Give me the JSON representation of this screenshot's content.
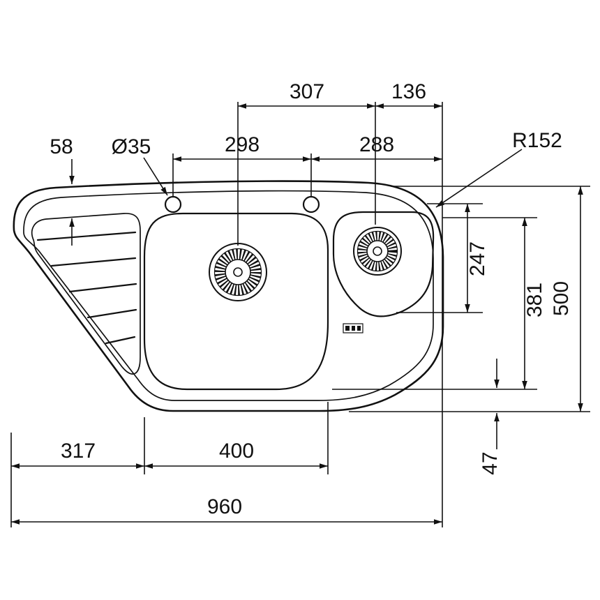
{
  "dimensions": {
    "top_row": {
      "center_span": "307",
      "right_span": "136"
    },
    "upper_row": {
      "drainer_offset": "58",
      "tap_hole_diameter": "Ø35",
      "tap_spacing": "298",
      "tap_to_edge": "288",
      "corner_radius": "R152"
    },
    "right_side": {
      "right_bowl_depth": "247",
      "inner_depth": "381",
      "total_depth": "500",
      "bowl_to_edge": "47"
    },
    "bottom_row": {
      "drainer_width": "317",
      "main_bowl_width": "400",
      "total_width": "960"
    }
  },
  "colors": {
    "line": "#111111",
    "background": "#ffffff"
  }
}
